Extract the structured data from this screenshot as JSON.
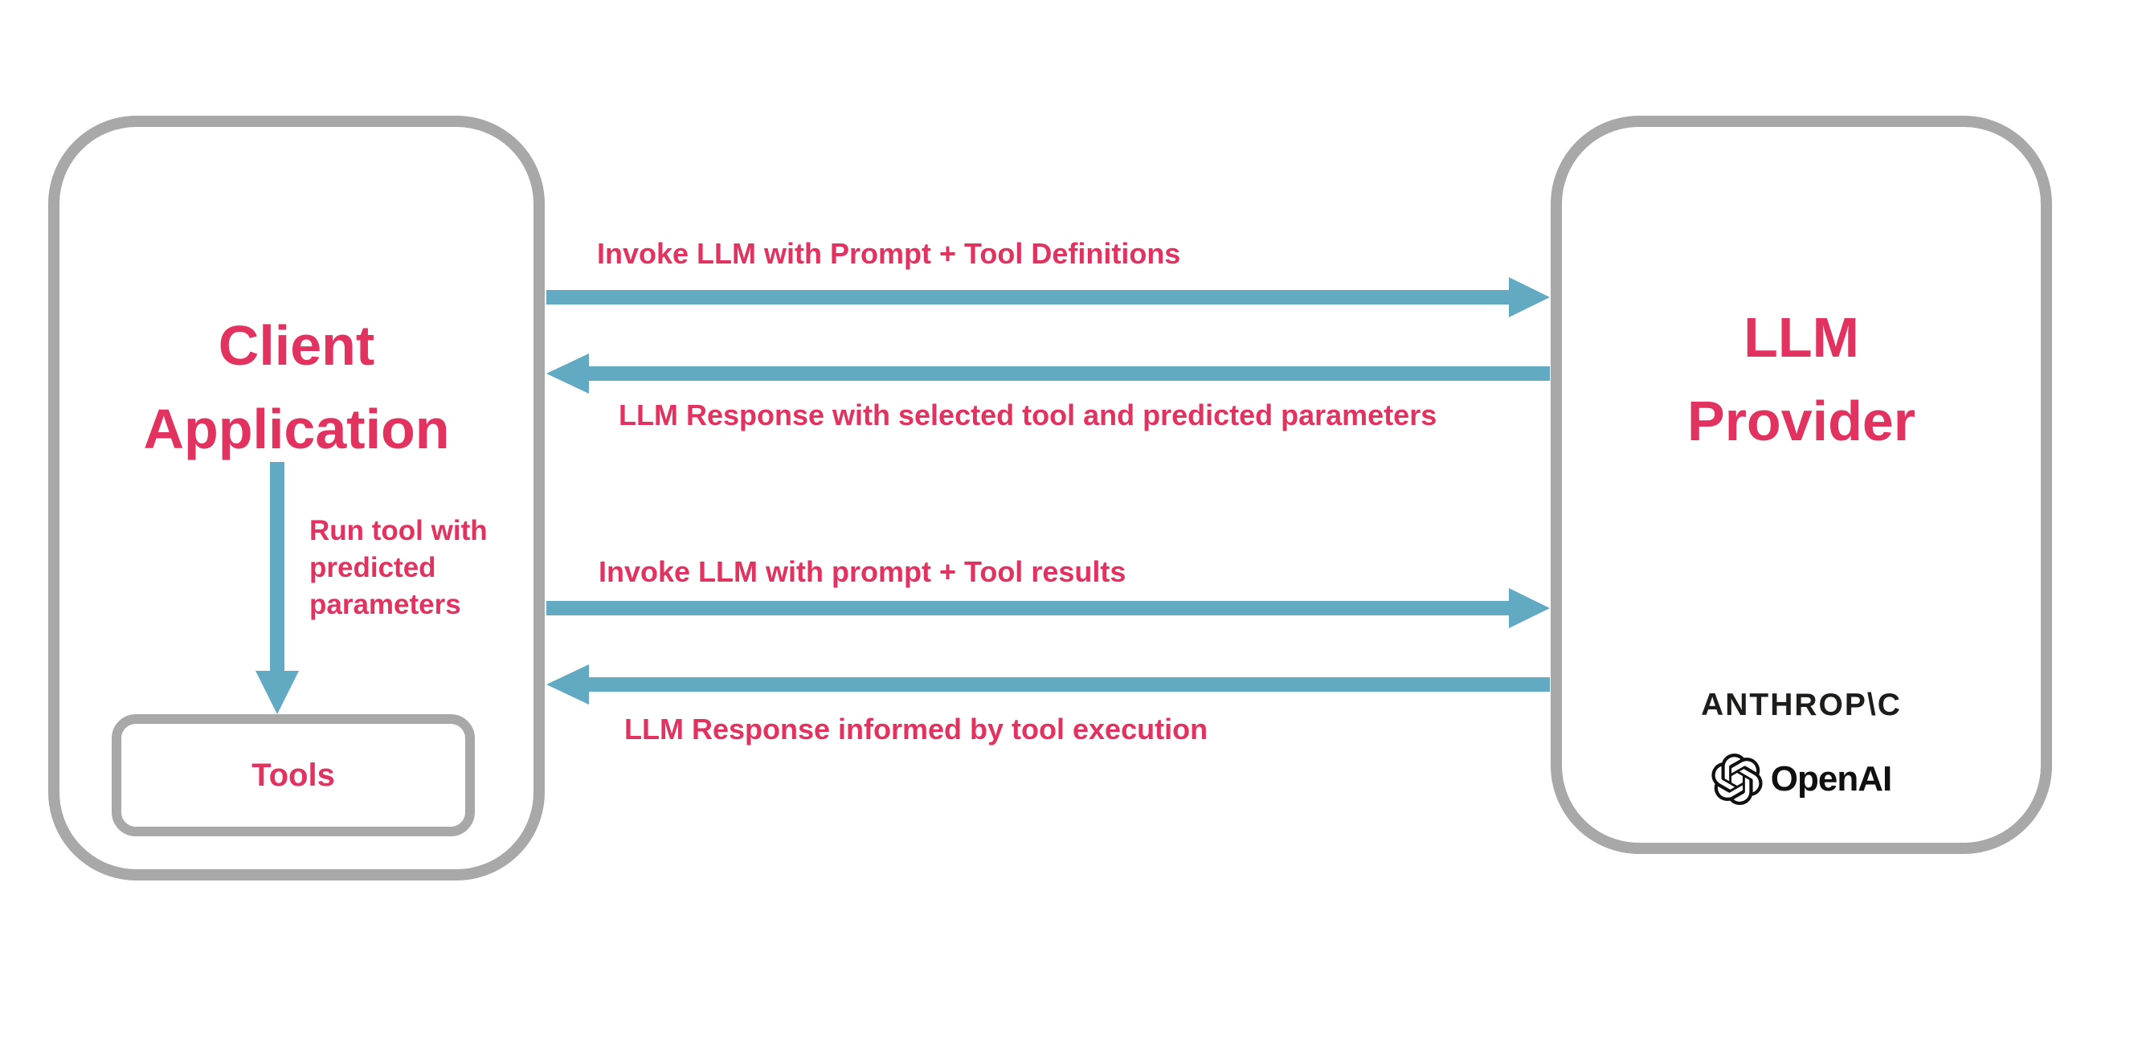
{
  "colors": {
    "pink": "#e23260",
    "teal": "#62a9c2",
    "box_border_gray": "#a8a8a8",
    "logo_dark": "#1d1d1b"
  },
  "client": {
    "title": "Client\nApplication",
    "tools_label": "Tools"
  },
  "provider": {
    "title": "LLM\nProvider",
    "anthropic_wordmark": "ANTHROP\\C",
    "openai_wordmark": "OpenAI"
  },
  "arrows": [
    {
      "direction": "right",
      "from": "Client Application",
      "to": "LLM Provider",
      "label": "Invoke LLM with Prompt + Tool Definitions"
    },
    {
      "direction": "left",
      "from": "LLM Provider",
      "to": "Client Application",
      "label": "LLM Response with selected tool and predicted parameters"
    },
    {
      "direction": "right",
      "from": "Client Application",
      "to": "LLM Provider",
      "label": "Invoke LLM with prompt + Tool results"
    },
    {
      "direction": "left",
      "from": "LLM Provider",
      "to": "Client Application",
      "label": "LLM Response informed by tool execution"
    },
    {
      "direction": "down",
      "from": "Client Application",
      "to": "Tools",
      "label": "Run tool with\npredicted\nparameters"
    }
  ]
}
